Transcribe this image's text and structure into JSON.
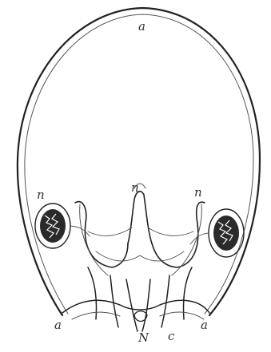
{
  "figure": {
    "labels": {
      "top": "a",
      "left_upper": "n",
      "center_upper": "n",
      "right_upper": "n",
      "bottom_left": "a",
      "bottom_center": "N",
      "bottom_right_inner": "c",
      "bottom_right": "a"
    }
  }
}
